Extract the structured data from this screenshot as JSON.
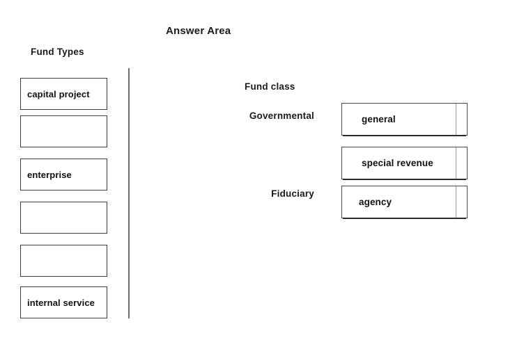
{
  "page": {
    "title": "Answer Area",
    "background_color": "#ffffff",
    "text_color": "#111111",
    "border_color": "#3a3a3a"
  },
  "left_panel": {
    "heading": "Fund Types",
    "boxes": [
      {
        "label": "capital project",
        "filled": true
      },
      {
        "label": "",
        "filled": false
      },
      {
        "label": "enterprise",
        "filled": true
      },
      {
        "label": "",
        "filled": false
      },
      {
        "label": "",
        "filled": false
      },
      {
        "label": "internal service",
        "filled": true
      }
    ]
  },
  "divider": {
    "name": "vertical-separator"
  },
  "answer_panel": {
    "heading": "Fund class",
    "rows": [
      {
        "class_label": "Governmental",
        "value": "general"
      },
      {
        "class_label": "",
        "value": "special revenue"
      },
      {
        "class_label": "Fiduciary",
        "value": "agency"
      }
    ]
  }
}
